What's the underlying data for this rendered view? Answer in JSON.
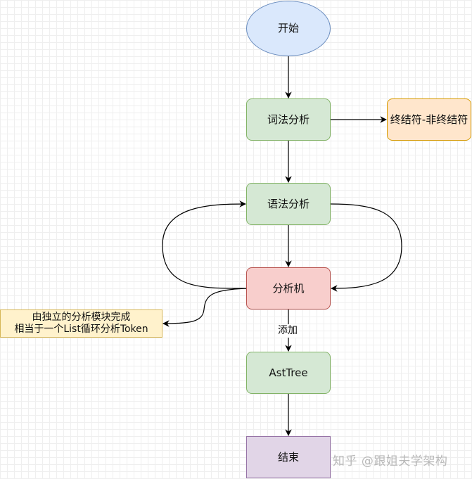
{
  "nodes": {
    "start": "开始",
    "lexer": "词法分析",
    "terminals": "终结符-非终结符",
    "parser": "语法分析",
    "analyzer": "分析机",
    "ast": "AstTree",
    "end": "结束"
  },
  "note": {
    "line1": "由独立的分析模块完成",
    "line2": "相当于一个List循环分析Token"
  },
  "edge_labels": {
    "add": "添加"
  },
  "watermark": "知乎 @跟姐夫学架构",
  "colors": {
    "start_fill": "#dae8fc",
    "process_fill": "#d5e8d4",
    "analyzer_fill": "#f8cecc",
    "terminal_fill": "#ffe6cc",
    "end_fill": "#e1d5e7",
    "note_fill": "#fff2cc"
  }
}
